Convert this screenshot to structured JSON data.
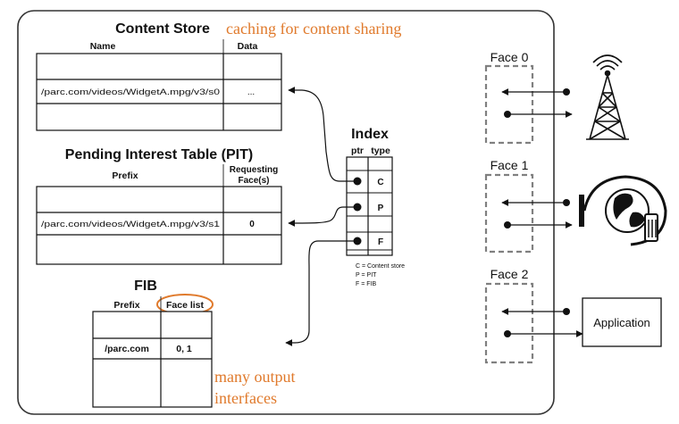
{
  "content_store": {
    "title": "Content Store",
    "annotation": "caching for content sharing",
    "col_name": "Name",
    "col_data": "Data",
    "row_name": "/parc.com/videos/WidgetA.mpg/v3/s0",
    "row_data": "..."
  },
  "pit": {
    "title": "Pending Interest Table (PIT)",
    "col_prefix": "Prefix",
    "col_requesting_1": "Requesting",
    "col_requesting_2": "Face(s)",
    "row_prefix": "/parc.com/videos/WidgetA.mpg/v3/s1",
    "row_face": "0"
  },
  "index": {
    "title": "Index",
    "col_ptr": "ptr",
    "col_type": "type",
    "types": [
      "C",
      "P",
      "F"
    ],
    "legend": [
      "C = Content store",
      "P = PIT",
      "F = FIB"
    ]
  },
  "fib": {
    "title": "FIB",
    "col_prefix": "Prefix",
    "col_facelist": "Face list",
    "row_prefix": "/parc.com",
    "row_faces": "0, 1",
    "annotation_1": "many output",
    "annotation_2": "interfaces"
  },
  "faces": [
    "Face 0",
    "Face 1",
    "Face 2"
  ],
  "application_label": "Application",
  "colors": {
    "annotation": "#e07a2c",
    "ink": "#111111",
    "dashed": "#808080",
    "outline": "#333333"
  }
}
